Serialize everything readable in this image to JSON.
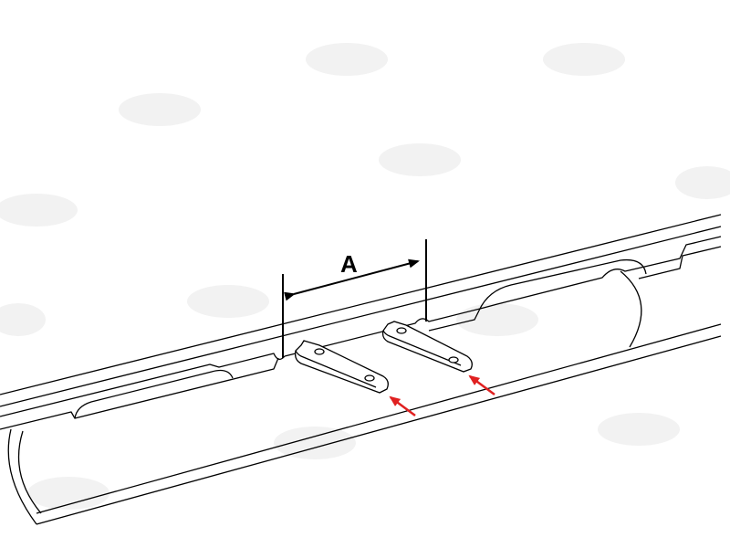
{
  "diagram": {
    "dimension_label": "A",
    "colors": {
      "line": "#000000",
      "arrow": "#e02020",
      "watermark": "#f0f0f0",
      "background": "#ffffff"
    },
    "parts": [
      {
        "name": "rail-tube",
        "kind": "barrel-with-dovetail-rail"
      },
      {
        "name": "mount-plate",
        "count": 2,
        "kind": "slotted-plate-with-two-holes"
      },
      {
        "name": "pointer-arrow",
        "count": 2,
        "kind": "red-arrow"
      }
    ]
  }
}
